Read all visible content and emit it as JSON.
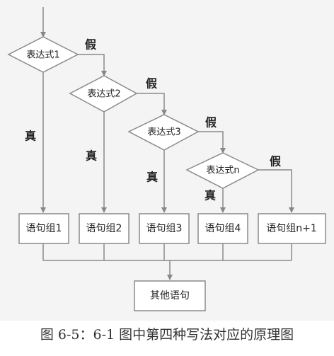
{
  "diagram": {
    "conditions": [
      "表达式1",
      "表达式2",
      "表达式3",
      "表达式n"
    ],
    "true_label": "真",
    "false_label": "假",
    "statement_groups": [
      "语句组1",
      "语句组2",
      "语句组3",
      "语句组4",
      "语句组n+1"
    ],
    "end_box": "其他语句"
  },
  "caption": "图 6-5：6-1 图中第四种写法对应的原理图"
}
